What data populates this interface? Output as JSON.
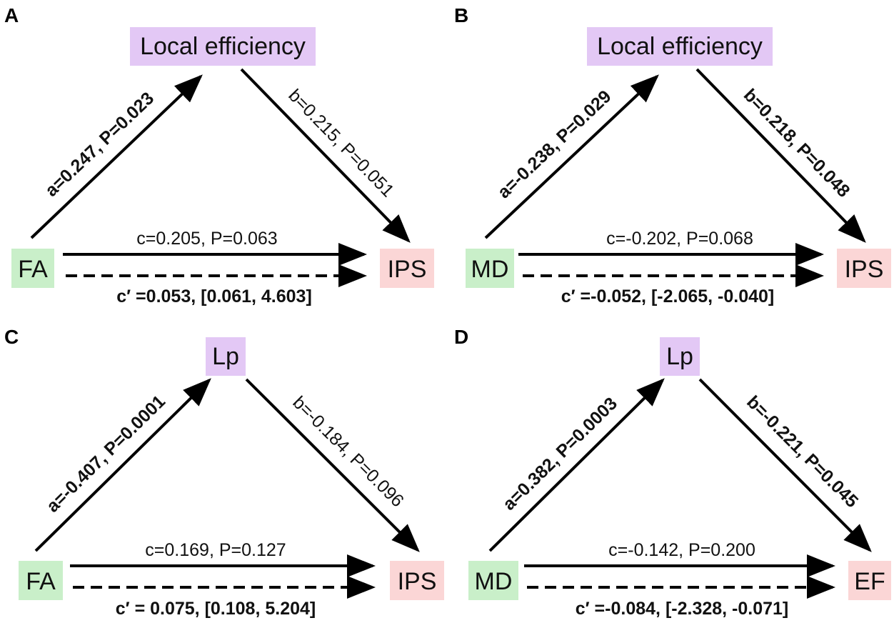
{
  "colors": {
    "mediator_box": "#e3c8f5",
    "predictor_box": "#c9efc9",
    "outcome_box": "#fbd6d6",
    "arrow": "#000000"
  },
  "panels": [
    {
      "letter": "A",
      "mediator": "Local efficiency",
      "predictor": "FA",
      "outcome": "IPS",
      "a_label": "a=0.247, P=0.023",
      "a_significant": true,
      "b_label": "b=0.215, P=0.051",
      "b_significant": false,
      "c_label": "c=0.205, P=0.063",
      "c_prime_label": "c′  =0.053, [0.061, 4.603]"
    },
    {
      "letter": "B",
      "mediator": "Local efficiency",
      "predictor": "MD",
      "outcome": "IPS",
      "a_label": "a=-0.238, P=0.029",
      "a_significant": true,
      "b_label": "b=0.218, P=0.048",
      "b_significant": true,
      "c_label": "c=-0.202, P=0.068",
      "c_prime_label": "c′  =-0.052, [-2.065, -0.040]"
    },
    {
      "letter": "C",
      "mediator": "Lp",
      "predictor": "FA",
      "outcome": "IPS",
      "a_label": "a=-0.407, P=0.0001",
      "a_significant": true,
      "b_label": "b=-0.184, P=0.096",
      "b_significant": false,
      "c_label": "c=0.169, P=0.127",
      "c_prime_label": "c′  = 0.075, [0.108, 5.204]"
    },
    {
      "letter": "D",
      "mediator": "Lp",
      "predictor": "MD",
      "outcome": "EF",
      "a_label": "a=0.382, P=0.0003",
      "a_significant": true,
      "b_label": "b=-0.221, P=0.045",
      "b_significant": true,
      "c_label": "c=-0.142, P=0.200",
      "c_prime_label": "c′  =-0.084, [-2.328, -0.071]"
    }
  ]
}
